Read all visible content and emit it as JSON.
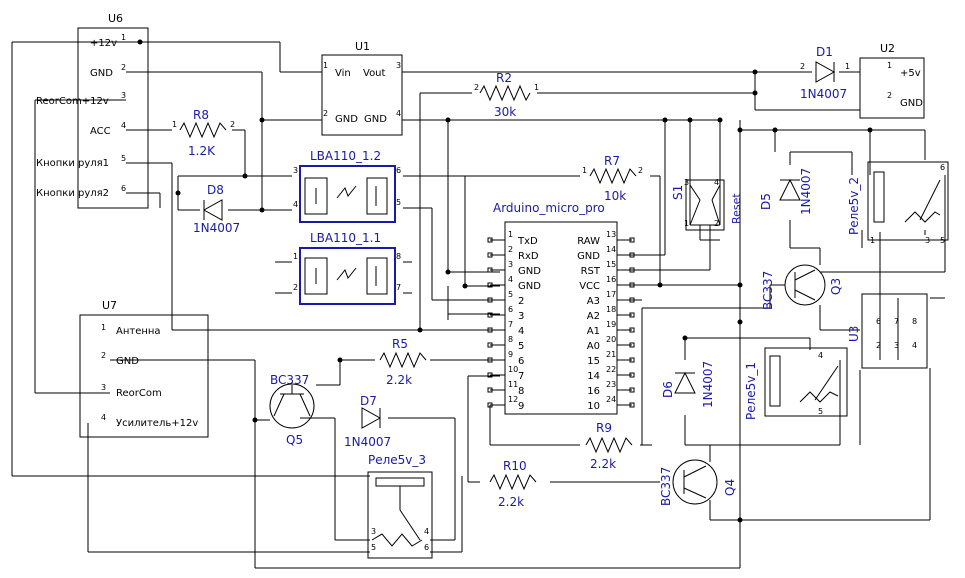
{
  "u6": {
    "ref": "U6",
    "p1": "+12v",
    "p2": "GND",
    "p3": "ReorCom+12v",
    "p4": "ACC",
    "p5": "Кнопки руля1",
    "p6": "Кнопки руля2"
  },
  "u1": {
    "ref": "U1",
    "vin": "Vin",
    "vout": "Vout",
    "gnd1": "GND",
    "gnd2": "GND"
  },
  "u2": {
    "ref": "U2",
    "p1": "+5v",
    "p2": "GND"
  },
  "d1": {
    "ref": "D1",
    "val": "1N4007"
  },
  "r2": {
    "ref": "R2",
    "val": "30k"
  },
  "r8": {
    "ref": "R8",
    "val": "1.2K"
  },
  "d8": {
    "ref": "D8",
    "val": "1N4007"
  },
  "lba12": {
    "ref": "LBA110_1.2"
  },
  "lba11": {
    "ref": "LBA110_1.1"
  },
  "r7": {
    "ref": "R7",
    "val": "10k"
  },
  "ard": {
    "ref": "Arduino_micro_pro",
    "left": [
      "TxD",
      "RxD",
      "GND",
      "GND",
      "2",
      "3",
      "4",
      "5",
      "6",
      "7",
      "8",
      "9"
    ],
    "leftNum": [
      "1",
      "2",
      "3",
      "4",
      "5",
      "6",
      "7",
      "8",
      "9",
      "10",
      "11",
      "12"
    ],
    "right": [
      "RAW",
      "GND",
      "RST",
      "VCC",
      "A3",
      "A2",
      "A1",
      "A0",
      "15",
      "14",
      "16",
      "10"
    ],
    "rightNum": [
      "13",
      "14",
      "15",
      "16",
      "17",
      "18",
      "19",
      "20",
      "21",
      "22",
      "23",
      "24"
    ]
  },
  "s1": {
    "ref": "S1",
    "label": "Reset"
  },
  "d5": {
    "ref": "D5",
    "val": "1N4007"
  },
  "rel2": {
    "ref": "Реле5v_2"
  },
  "q3": {
    "ref": "Q3",
    "type": "BC337"
  },
  "u3": {
    "ref": "U3"
  },
  "u7": {
    "ref": "U7",
    "p1": "Антенна",
    "p2": "GND",
    "p3": "ReorCom",
    "p4": "Усилитель+12v"
  },
  "r5": {
    "ref": "R5",
    "val": "2.2k"
  },
  "q5": {
    "ref": "Q5",
    "type": "BC337"
  },
  "d7": {
    "ref": "D7",
    "val": "1N4007"
  },
  "rel3": {
    "ref": "Реле5v_3"
  },
  "d6": {
    "ref": "D6",
    "val": "1N4007"
  },
  "rel1": {
    "ref": "Реле5v_1"
  },
  "r9": {
    "ref": "R9",
    "val": "2.2k"
  },
  "r10": {
    "ref": "R10",
    "val": "2.2k"
  },
  "q4": {
    "ref": "Q4",
    "type": "BC337"
  }
}
